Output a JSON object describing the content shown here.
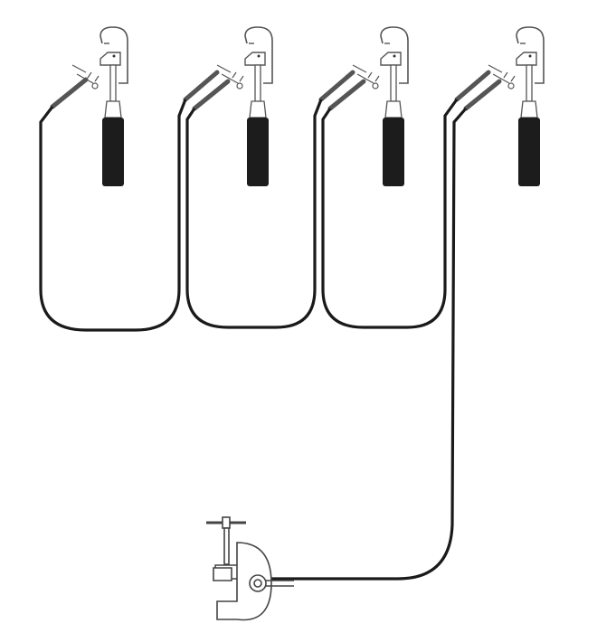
{
  "colors": {
    "background": "#ffffff",
    "line": "#1a1a1a",
    "handle": "#1c1c1c",
    "outline": "#555555"
  },
  "clamps": [
    {
      "id": "clamp-1"
    },
    {
      "id": "clamp-2"
    },
    {
      "id": "clamp-3"
    },
    {
      "id": "clamp-4"
    }
  ]
}
